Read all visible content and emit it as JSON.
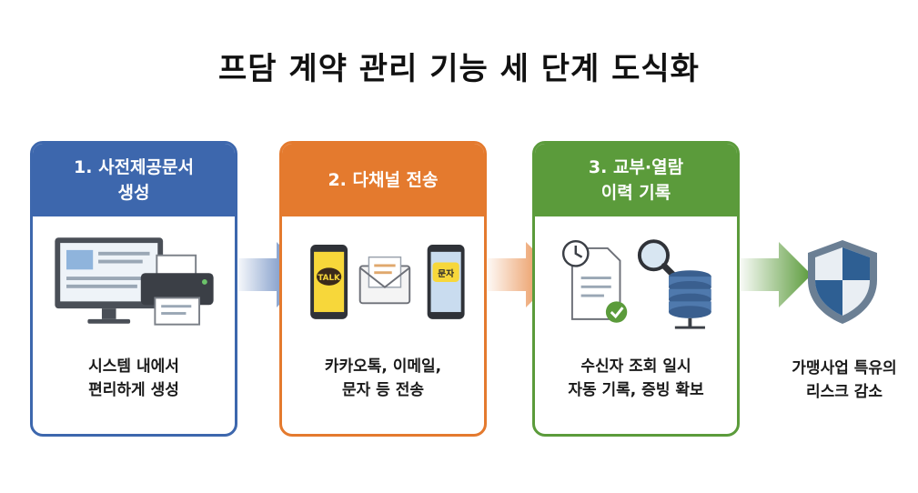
{
  "title": "프담 계약 관리 기능 세 단계 도식화",
  "steps": [
    {
      "header": "1. 사전제공문서\n생성",
      "description": "시스템 내에서\n편리하게 생성",
      "icons": [
        "computer-monitor-icon",
        "printer-icon"
      ],
      "color": "#3d67ad"
    },
    {
      "header": "2. 다채널 전송",
      "description": "카카오톡, 이메일,\n문자 등 전송",
      "icons": [
        "kakaotalk-phone-icon",
        "email-envelope-icon",
        "sms-phone-icon"
      ],
      "badge_talk": "TALK",
      "badge_sms": "문자",
      "color": "#e47a2e"
    },
    {
      "header": "3. 교부·열람\n이력 기록",
      "description": "수신자 조회 일시\n자동 기록, 증빙 확보",
      "icons": [
        "clock-document-icon",
        "magnifier-icon",
        "database-icon",
        "check-icon"
      ],
      "color": "#5b9b3b"
    }
  ],
  "result": {
    "description": "가맹사업 특유의\n리스크 감소",
    "icon": "shield-icon"
  }
}
